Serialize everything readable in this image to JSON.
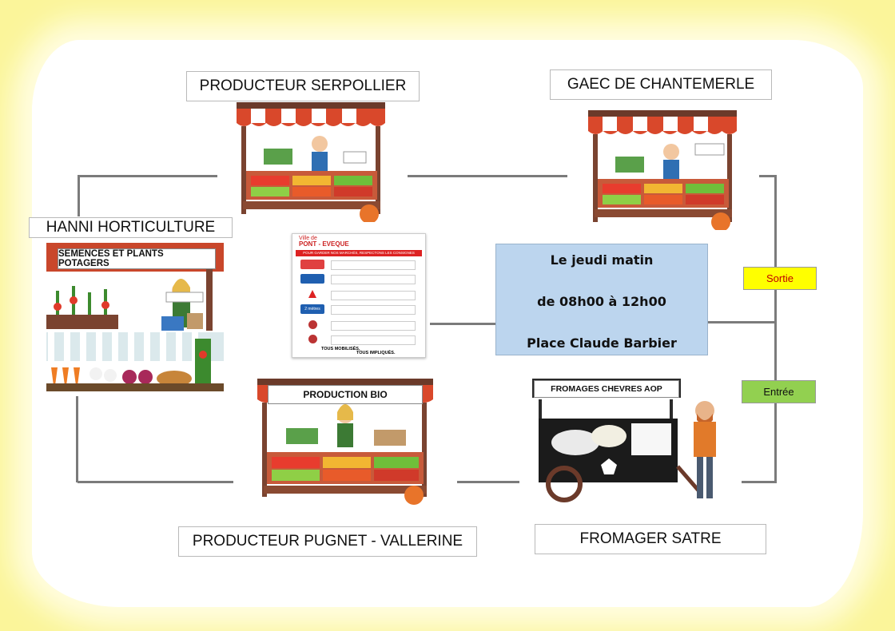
{
  "labels": {
    "serpollier": "PRODUCTEUR SERPOLLIER",
    "chantemerle": "GAEC DE CHANTEMERLE",
    "hanni": "HANNI HORTICULTURE",
    "pugnet": "PRODUCTEUR PUGNET - VALLERINE",
    "satre": "FROMAGER SATRE"
  },
  "signs": {
    "semences": "SEMENCES ET PLANTS POTAGERS",
    "bio": "PRODUCTION BIO",
    "fromages": "FROMAGES CHEVRES AOP"
  },
  "info": {
    "line1": "Le jeudi matin",
    "line2": "de 08h00 à 12h00",
    "line3": "Place Claude Barbier"
  },
  "tags": {
    "sortie": "Sortie",
    "entree": "Entrée"
  },
  "poster": {
    "brand_top": "Ville de",
    "brand_name": "PONT - EVEQUE",
    "banner": "POUR GARDER NOS MARCHÉS, RESPECTONS LES CONSIGNES",
    "distance": "2 mètres",
    "footer1": "TOUS MOBILISÉS,",
    "footer2": "TOUS IMPLIQUÉS."
  },
  "colors": {
    "background": "#fbf59a",
    "info_box": "#bcd5ee",
    "sortie": "#ffff00",
    "entree": "#92d050",
    "connector": "#7b7b7b"
  }
}
